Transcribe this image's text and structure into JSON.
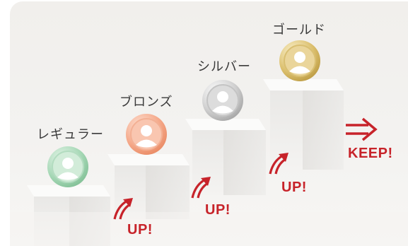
{
  "ranks": [
    {
      "label": "レギュラー",
      "color": "#8cc9a1"
    },
    {
      "label": "ブロンズ",
      "color": "#f2a184"
    },
    {
      "label": "シルバー",
      "color": "#c8c8c8"
    },
    {
      "label": "ゴールド",
      "color": "#d9bf6a"
    }
  ],
  "arrows": {
    "up_text": "UP!",
    "keep_text": "KEEP!",
    "accent_color": "#c7232a"
  }
}
